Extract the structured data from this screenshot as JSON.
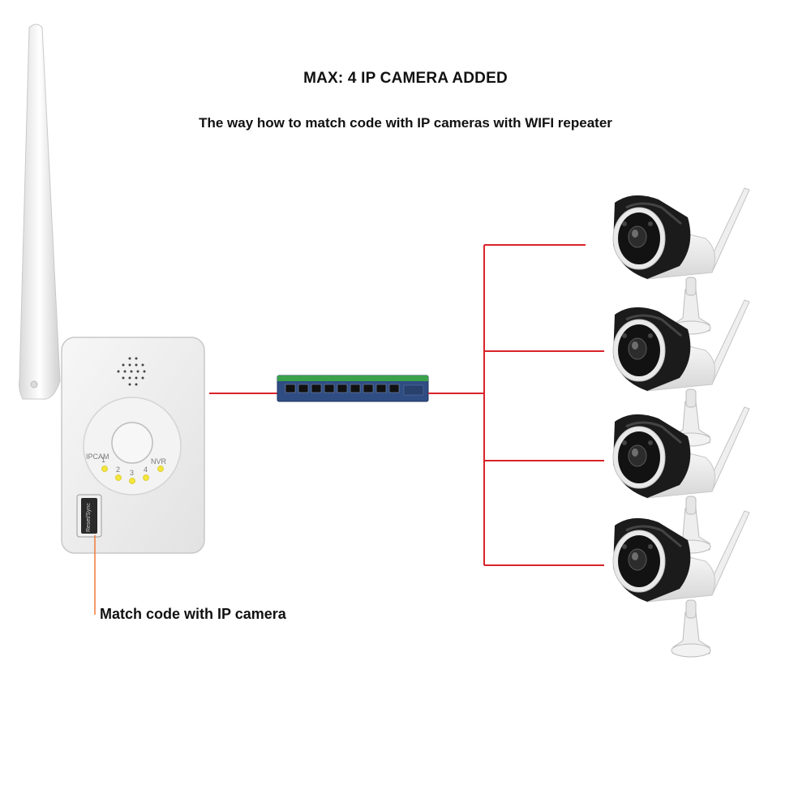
{
  "header": {
    "title": "MAX: 4 IP CAMERA ADDED",
    "subtitle": "The way how to  match code with IP cameras with WIFI repeater"
  },
  "repeater": {
    "ipcam_label": "IPCAM",
    "nvr_label": "NVR",
    "led_numbers": [
      "1",
      "2",
      "3",
      "4"
    ],
    "button_label": "Reset/Sync"
  },
  "callout": {
    "label": "Match code with IP camera"
  },
  "cameras": [
    {
      "id": "camera-1"
    },
    {
      "id": "camera-2"
    },
    {
      "id": "camera-3"
    },
    {
      "id": "camera-4"
    }
  ],
  "colors": {
    "cable": "#d9232a",
    "callout_line": "#f07a3a",
    "led": "#f3e63a",
    "switch_body": "#2f4d82",
    "switch_top": "#3aa24a"
  }
}
